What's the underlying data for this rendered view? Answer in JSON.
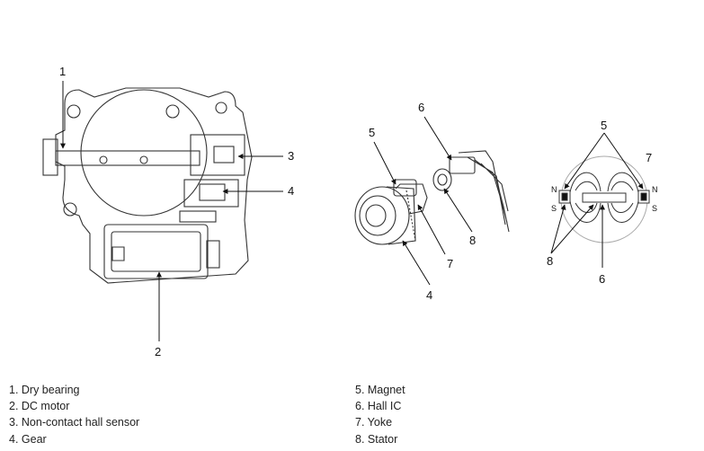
{
  "callouts": {
    "left": {
      "n1": "1",
      "n2": "2",
      "n3": "3",
      "n4": "4"
    },
    "middle": {
      "n4": "4",
      "n5": "5",
      "n6": "6",
      "n7": "7",
      "n8": "8"
    },
    "right": {
      "n5": "5",
      "n6": "6",
      "n7": "7",
      "n8": "8",
      "pole_n_left": "N",
      "pole_s_left": "S",
      "pole_n_right": "N",
      "pole_s_right": "S"
    }
  },
  "legend": {
    "left": [
      "1. Dry bearing",
      "2. DC motor",
      "3. Non-contact hall sensor",
      "4. Gear"
    ],
    "right": [
      "5. Magnet",
      "6. Hall IC",
      "7. Yoke",
      "8. Stator"
    ]
  }
}
